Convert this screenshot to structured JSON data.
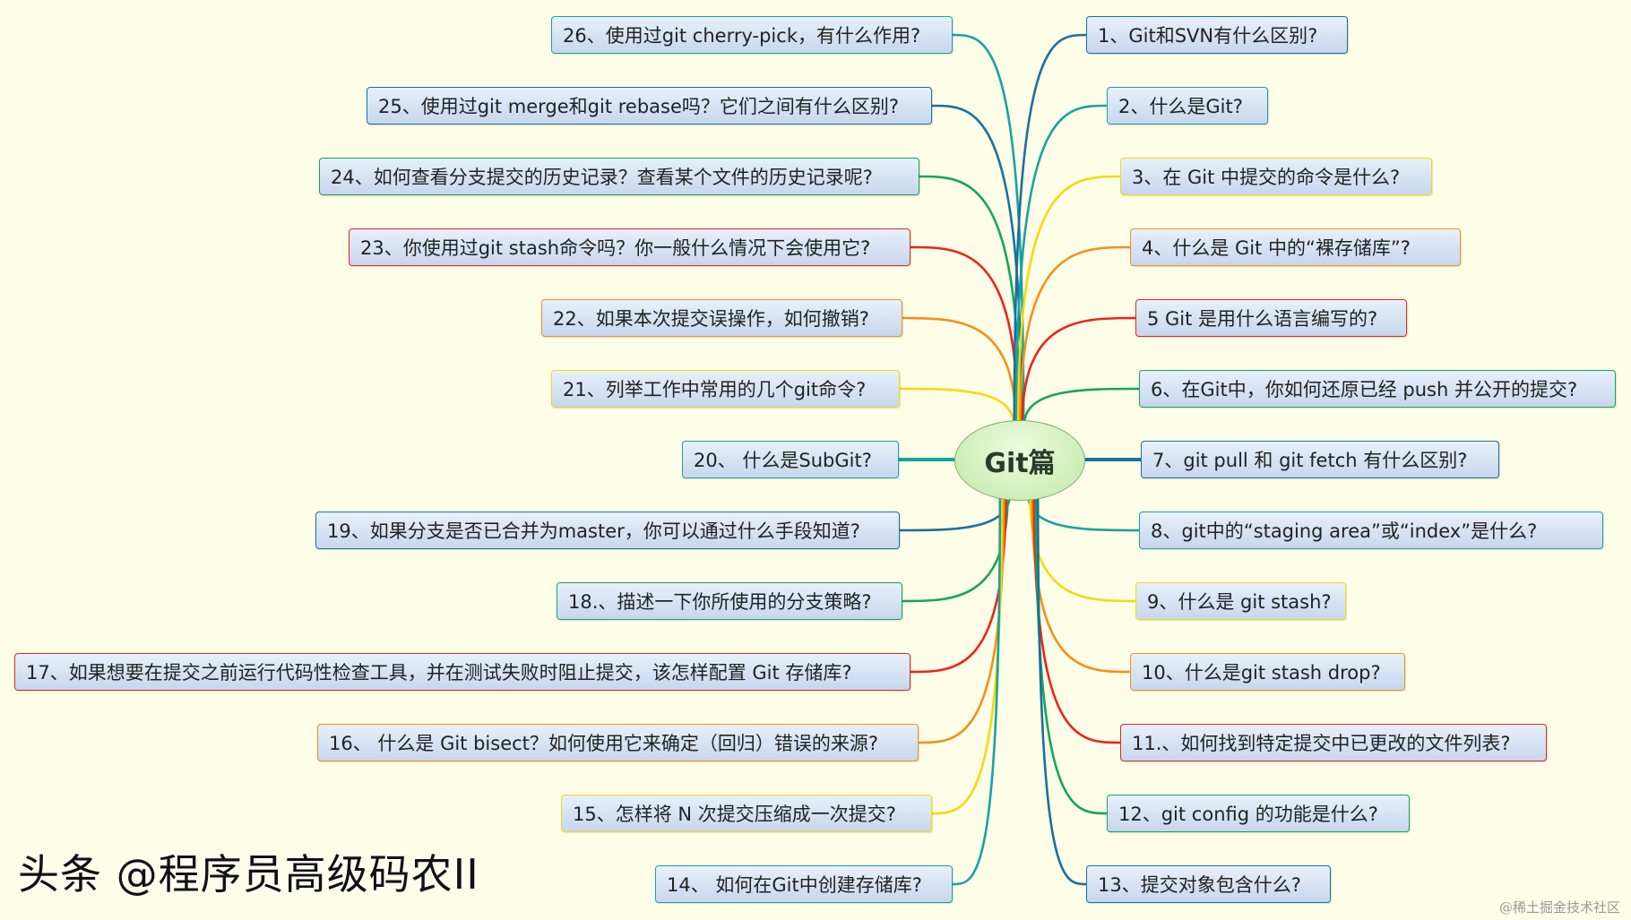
{
  "root": {
    "label": "Git篇"
  },
  "branch_colors": {
    "teal": "#17a3a0",
    "blue": "#1b6f9e",
    "green": "#13a65a",
    "red": "#e8261e",
    "orange": "#f39019",
    "yellow": "#f5d90f"
  },
  "left_nodes": [
    {
      "label": "26、使用过git cherry-pick，有什么作用?",
      "color": "teal"
    },
    {
      "label": "25、使用过git merge和git rebase吗？它们之间有什么区别?",
      "color": "blue"
    },
    {
      "label": "24、如何查看分支提交的历史记录？查看某个文件的历史记录呢?",
      "color": "green"
    },
    {
      "label": "23、你使用过git stash命令吗？你一般什么情况下会使用它?",
      "color": "red"
    },
    {
      "label": "22、如果本次提交误操作，如何撤销?",
      "color": "orange"
    },
    {
      "label": "21、列举工作中常用的几个git命令?",
      "color": "yellow"
    },
    {
      "label": "20、 什么是SubGit?",
      "color": "teal"
    },
    {
      "label": "19、如果分支是否已合并为master，你可以通过什么手段知道?",
      "color": "blue"
    },
    {
      "label": "18.、描述一下你所使用的分支策略?",
      "color": "green"
    },
    {
      "label": "17、如果想要在提交之前运行代码性检查工具，并在测试失败时阻止提交，该怎样配置 Git 存储库?",
      "color": "red"
    },
    {
      "label": "16、 什么是 Git bisect？如何使用它来确定（回归）错误的来源?",
      "color": "orange"
    },
    {
      "label": "15、怎样将 N 次提交压缩成一次提交?",
      "color": "yellow"
    },
    {
      "label": "14、 如何在Git中创建存储库?",
      "color": "teal"
    }
  ],
  "right_nodes": [
    {
      "label": "1、Git和SVN有什么区别?",
      "color": "blue"
    },
    {
      "label": "2、什么是Git?",
      "color": "teal"
    },
    {
      "label": "3、在 Git 中提交的命令是什么?",
      "color": "yellow"
    },
    {
      "label": "4、什么是 Git 中的“裸存储库”?",
      "color": "orange"
    },
    {
      "label": "5 Git 是用什么语言编写的?",
      "color": "red"
    },
    {
      "label": "6、在Git中，你如何还原已经 push 并公开的提交?",
      "color": "green"
    },
    {
      "label": "7、git pull 和 git fetch 有什么区别?",
      "color": "blue"
    },
    {
      "label": "8、git中的“staging area”或“index”是什么?",
      "color": "teal"
    },
    {
      "label": "9、什么是 git stash?",
      "color": "yellow"
    },
    {
      "label": "10、什么是git stash drop?",
      "color": "orange"
    },
    {
      "label": "11.、如何找到特定提交中已更改的文件列表?",
      "color": "red"
    },
    {
      "label": "12、git config 的功能是什么?",
      "color": "green"
    },
    {
      "label": "13、提交对象包含什么?",
      "color": "blue"
    }
  ],
  "watermark": {
    "main": "头条 @程序员高级码农II",
    "sub": "@稀土掘金技术社区"
  }
}
